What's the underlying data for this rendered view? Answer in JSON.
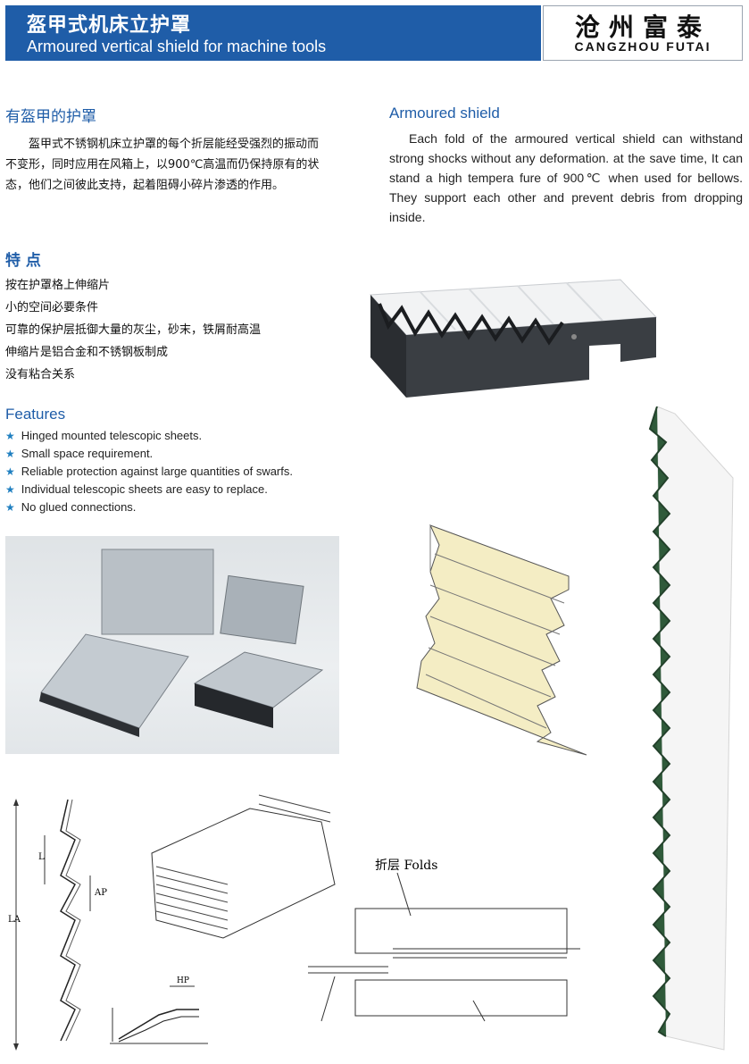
{
  "header": {
    "title_cn": "盔甲式机床立护罩",
    "title_en": "Armoured vertical shield for machine tools",
    "brand_cn": "沧州富泰",
    "brand_en": "CANGZHOU FUTAI",
    "accent_color": "#1f5da8"
  },
  "intro_cn": {
    "title": "有盔甲的护罩",
    "paragraph": "盔甲式不锈钢机床立护罩的每个折层能经受强烈的振动而不变形，同时应用在风箱上，以900℃高温而仍保持原有的状态，他们之间彼此支持，起着阻碍小碎片渗透的作用。"
  },
  "intro_en": {
    "title": "Armoured shield",
    "paragraph": "Each fold of the armoured vertical shield can withstand strong shocks without any deformation. at the save time, It can stand a high tempera fure of 900℃ when used for bellows. They support each other and prevent debris from dropping inside."
  },
  "features_cn": {
    "title": "特  点",
    "items": [
      "按在护罩格上伸缩片",
      "小的空间必要条件",
      "可靠的保护层抵御大量的灰尘，砂末，铁屑耐高温",
      "伸缩片是铝合金和不锈钢板制成",
      "没有粘合关系"
    ]
  },
  "features_en": {
    "title": "Features",
    "bullet_icon": "star-icon",
    "items": [
      "Hinged mounted telescopic sheets.",
      "Small space requirement.",
      "Reliable protection against large quantities of swarfs.",
      "Individual telescopic sheets are easy to replace.",
      "No glued connections."
    ]
  },
  "diagrams": {
    "dim_L": "L",
    "dim_AP": "AP",
    "dim_LA": "LA",
    "dim_HP": "HP",
    "folds_label": "折层 Folds"
  }
}
